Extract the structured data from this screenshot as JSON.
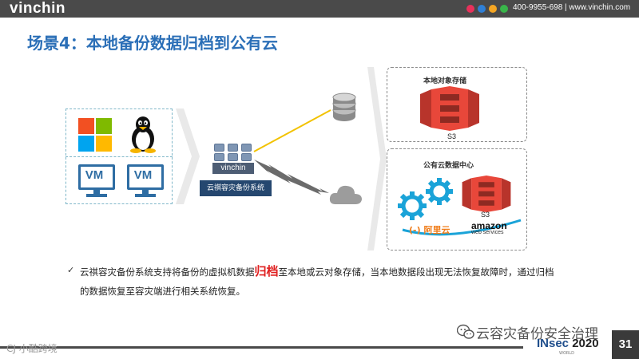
{
  "header": {
    "logo": "vinchin",
    "phone": "400-9955-698",
    "website": "www.vinchin.com",
    "contact_line": "400-9955-698  |  www.vinchin.com",
    "dot_colors": [
      "#e8315b",
      "#2f7fd6",
      "#f5a623",
      "#39b54a"
    ]
  },
  "slide": {
    "title": "场景4：本地备份数据归档到公有云"
  },
  "sources": {
    "windows_icon": "windows-icon",
    "linux_icon": "linux-tux-icon",
    "vm1_label": "VM",
    "vm2_label": "VM"
  },
  "appliance": {
    "brand": "vinchin",
    "caption": "云祺容灾备份系统"
  },
  "targets": {
    "local_title": "本地对象存储",
    "local_s3_label": "S3",
    "cloud_title": "公有云数据中心",
    "cloud_s3_label": "S3",
    "aliyun_label": "阿里云",
    "aliyun_mark": "(-)",
    "amazon_label": "amazon",
    "amazon_sub": "web services"
  },
  "description": {
    "part1": "云祺容灾备份系统支持将备份的虚拟机数据",
    "highlight": "归档",
    "part2": "至本地或云对象存储，当本地数据段出现无法恢复故障时，通过归档的数据恢复至容灾端进行相关系统恢复。"
  },
  "footer": {
    "watermark_left": "CJ 小酷跨境",
    "watermark_right": "云容灾备份安全治理",
    "event": "INsec",
    "year": "2020",
    "event_sub": "WORLD",
    "page_number": "31"
  },
  "colors": {
    "title_blue": "#2b6fb7",
    "highlight_red": "#e02020",
    "topbar_gray": "#4a4a4a",
    "s3_red": "#e8473a",
    "connector_yellow": "#f2c200"
  }
}
